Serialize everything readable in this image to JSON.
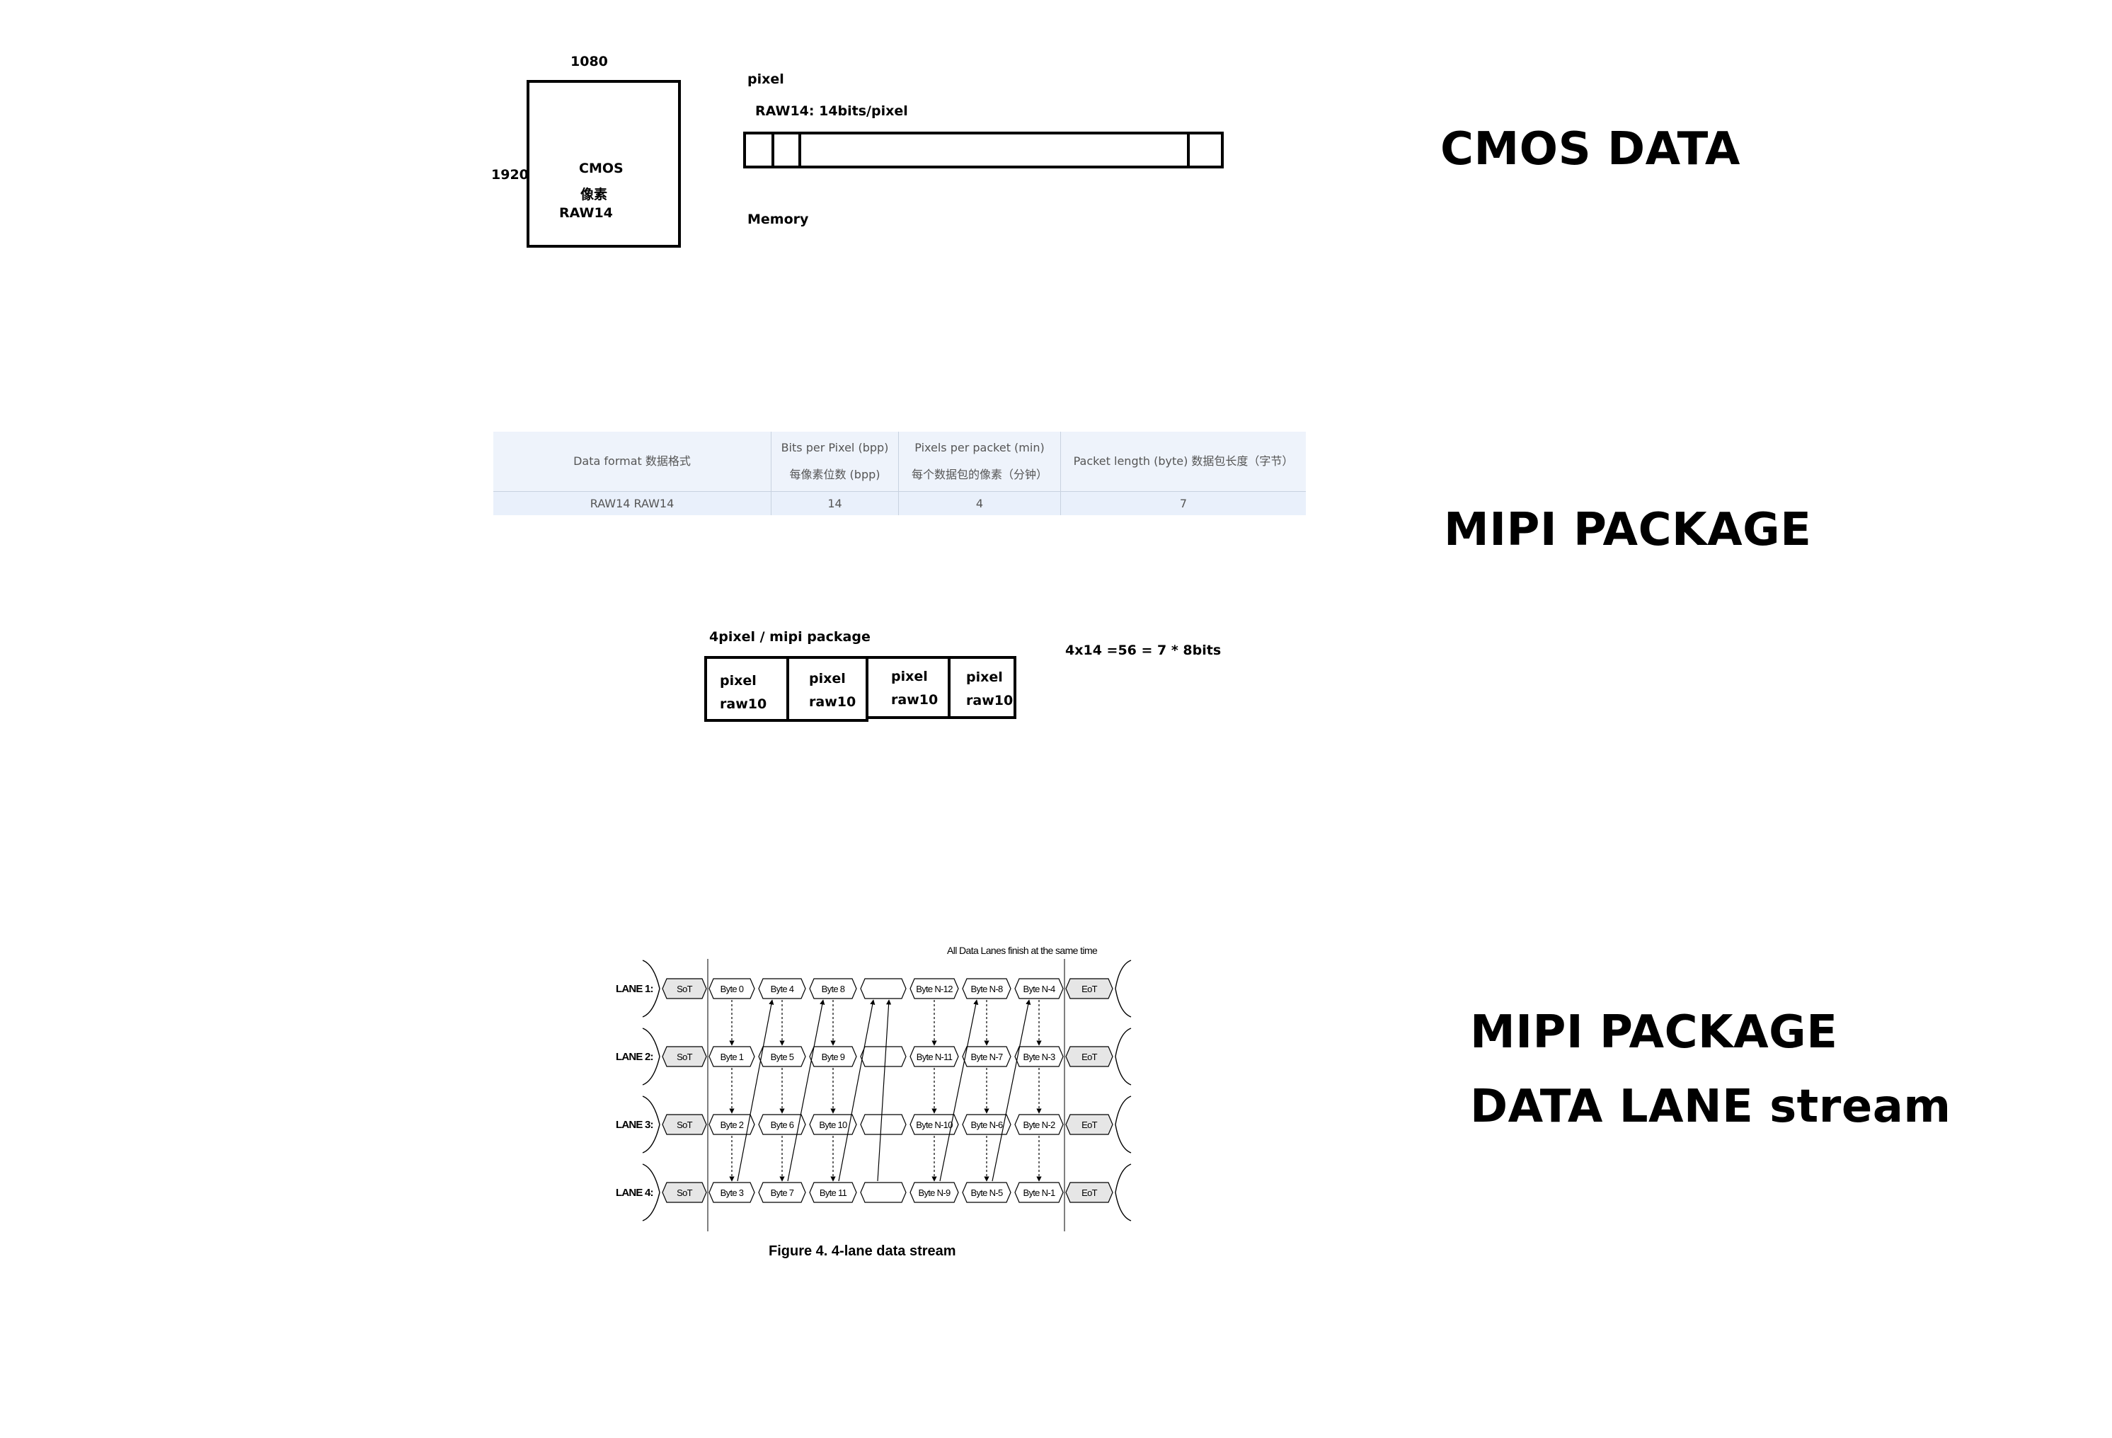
{
  "cmos": {
    "width_label": "1080",
    "height_label": "1920",
    "box_line1": "CMOS",
    "box_line2": "像素",
    "box_line3": "RAW14",
    "pixel_label": "pixel",
    "format_label": "RAW14: 14bits/pixel",
    "memory_label": "Memory"
  },
  "headings": {
    "cmos_data": "CMOS DATA",
    "mipi_package": "MIPI PACKAGE",
    "mipi_stream_line1": "MIPI PACKAGE",
    "mipi_stream_line2": "DATA LANE stream"
  },
  "table": {
    "headers": [
      {
        "line1": "Data format  数据格式",
        "line2": ""
      },
      {
        "line1": "Bits per Pixel (bpp)",
        "line2": "每像素位数 (bpp)"
      },
      {
        "line1": "Pixels per packet (min)",
        "line2": "每个数据包的像素（分钟）"
      },
      {
        "line1": "Packet length (byte)  数据包长度（字节）",
        "line2": ""
      }
    ],
    "row": [
      "RAW14  RAW14",
      "14",
      "4",
      "7"
    ]
  },
  "package": {
    "title": "4pixel / mipi package",
    "equation": "4x14 =56 = 7 * 8bits",
    "cells": [
      {
        "line1": "pixel",
        "line2": "raw10"
      },
      {
        "line1": "pixel",
        "line2": "raw10"
      },
      {
        "line1": "pixel",
        "line2": "raw10"
      },
      {
        "line1": "pixel",
        "line2": "raw10"
      }
    ]
  },
  "figure": {
    "note": "All Data Lanes finish at the same time",
    "caption": "Figure 4.  4-lane data stream",
    "lanes": [
      {
        "label": "LANE 1:",
        "start": "SoT",
        "bytes": [
          "Byte 0",
          "Byte 4",
          "Byte 8",
          "",
          "Byte N-12",
          "Byte N-8",
          "Byte N-4"
        ],
        "end": "EoT"
      },
      {
        "label": "LANE 2:",
        "start": "SoT",
        "bytes": [
          "Byte 1",
          "Byte 5",
          "Byte 9",
          "",
          "Byte N-11",
          "Byte N-7",
          "Byte N-3"
        ],
        "end": "EoT"
      },
      {
        "label": "LANE 3:",
        "start": "SoT",
        "bytes": [
          "Byte 2",
          "Byte 6",
          "Byte 10",
          "",
          "Byte N-10",
          "Byte N-6",
          "Byte N-2"
        ],
        "end": "EoT"
      },
      {
        "label": "LANE 4:",
        "start": "SoT",
        "bytes": [
          "Byte 3",
          "Byte 7",
          "Byte 11",
          "",
          "Byte N-9",
          "Byte N-5",
          "Byte N-1"
        ],
        "end": "EoT"
      }
    ]
  }
}
